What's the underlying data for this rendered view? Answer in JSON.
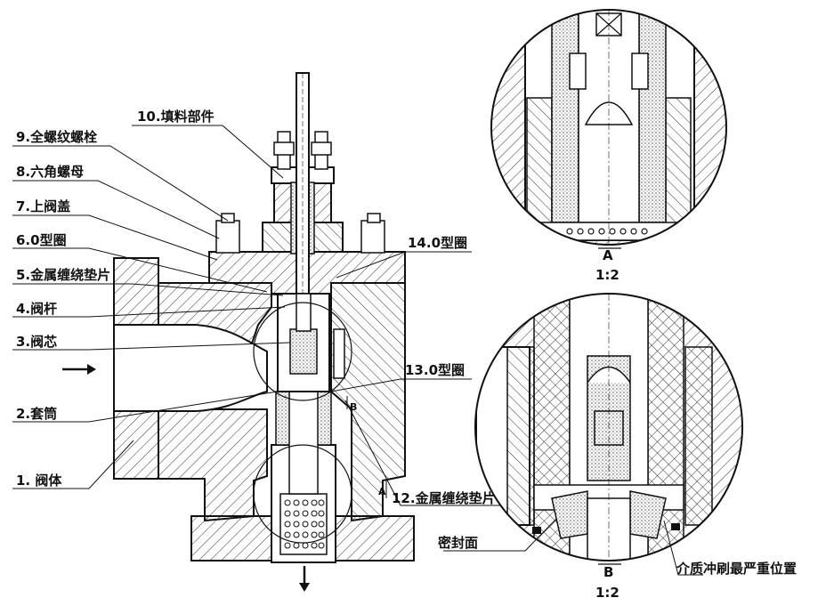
{
  "labels": {
    "part10": "10.填料部件",
    "part9": "9.全螺纹螺栓",
    "part8": "8.六角螺母",
    "part7": "7.上阀盖",
    "part6": "6.0型圈",
    "part5": "5.金属缠绕垫片",
    "part4": "4.阀杆",
    "part3": "3.阀芯",
    "part2": "2.套筒",
    "part1": "1. 阀体",
    "part14": "14.0型圈",
    "part13": "13.0型圈",
    "part12": "12.金属缠绕垫片",
    "sealing_face": "密封面",
    "erosion_position": "介质冲刷最严重位置"
  },
  "markers": {
    "a": "A",
    "b": "B",
    "detail_a": "A",
    "detail_b": "B",
    "scale_a": "1:2",
    "scale_b": "1:2"
  },
  "colors": {
    "line": "#111111",
    "hatch": "#333333",
    "background": "#ffffff"
  }
}
